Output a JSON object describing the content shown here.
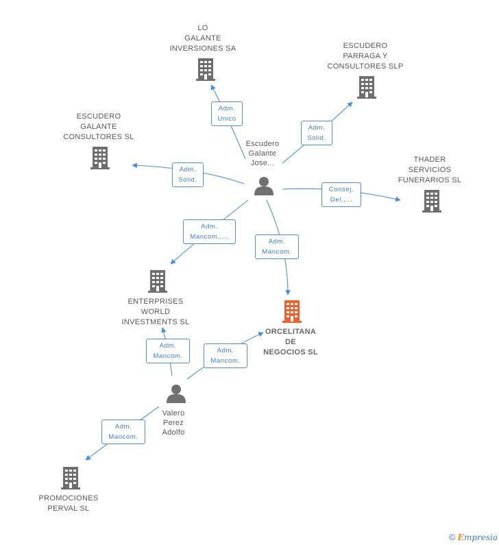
{
  "companies": {
    "lo_galante": "LO\nGALANTE\nINVERSIONES SA",
    "escudero_parraga": "ESCUDERO\nPARRAGA Y\nCONSULTORES SLP",
    "escudero_galante": "ESCUDERO\nGALANTE\nCONSULTORES SL",
    "thader": "THADER\nSERVICIOS\nFUNERARIOS SL",
    "enterprises_world": "ENTERPRISES\nWORLD\nINVESTMENTS SL",
    "orcelitana": "ORCELITANA\nDE\nNEGOCIOS SL",
    "promociones_perval": "PROMOCIONES\nPERVAL SL"
  },
  "persons": {
    "escudero_galante_jose": "Escudero\nGalante\nJose...",
    "valero_perez_adolfo": "Valero\nPerez\nAdolfo"
  },
  "edges": {
    "to_lo_galante": "Adm.\nUnico",
    "to_escudero_parraga": "Adm.\nSolid.",
    "to_escudero_galante": "Adm.\nSolid.",
    "to_thader": "Consej.\nDel.,...",
    "to_enterprises_from_jose": "Adm.\nMancom.,...",
    "to_orcelitana_from_jose": "Adm.\nMancom.",
    "to_enterprises_from_valero": "Adm.\nMancom.",
    "to_orcelitana_from_valero": "Adm.\nMancom.",
    "to_promociones": "Adm.\nMancom."
  },
  "footer": {
    "copyright": "©",
    "brand_initial": "E",
    "brand_rest": "mpresia"
  },
  "colors": {
    "edge": "#4a8fd8",
    "building": "#6e6e6e",
    "focus_building": "#f0602a",
    "person": "#707070"
  },
  "icons": {
    "company": "building-icon",
    "person": "person-icon"
  }
}
